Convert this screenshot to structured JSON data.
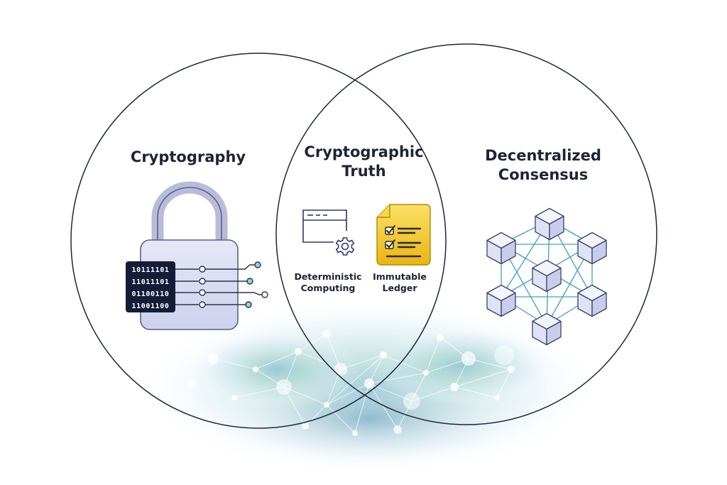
{
  "circles": {
    "left": {
      "title": "Cryptography",
      "icon": "padlock-icon",
      "binary_rows": [
        "10111101",
        "11011101",
        "01100110",
        "11001100"
      ]
    },
    "right": {
      "title_lines": [
        "Decentralized",
        "Consensus"
      ],
      "icon": "node-network-icon"
    },
    "overlap": {
      "title_lines": [
        "Cryptographic",
        "Truth"
      ],
      "items": [
        {
          "label_lines": [
            "Deterministic",
            "Computing"
          ],
          "icon": "window-gear-icon"
        },
        {
          "label_lines": [
            "Immutable",
            "Ledger"
          ],
          "icon": "checklist-document-icon"
        }
      ]
    }
  },
  "colors": {
    "text": "#1c2436",
    "circle_stroke": "#1f2638",
    "lock_body": "#dde0f3",
    "binary_panel": "#141c38",
    "cube": "#e6e8f8",
    "ledger": "#f4c425",
    "network_lines": "#3aa3bb"
  }
}
